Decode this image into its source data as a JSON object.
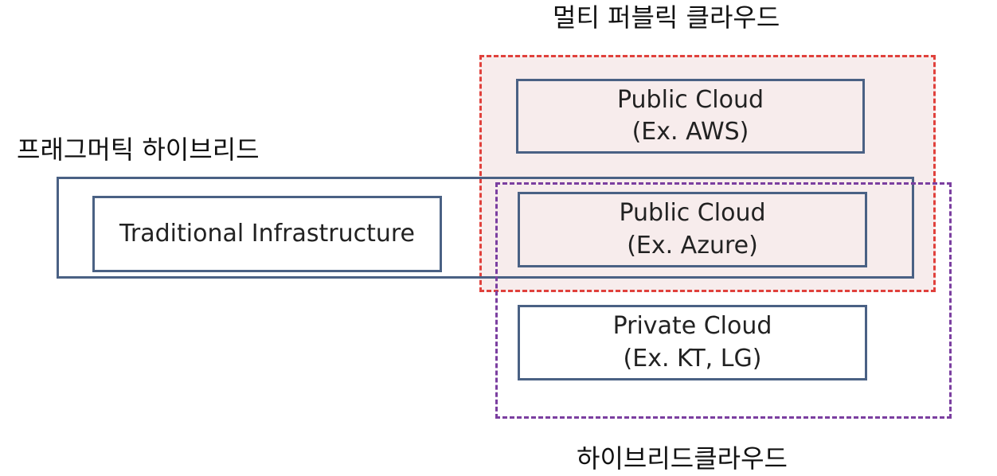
{
  "labels": {
    "multi_public_cloud": "멀티 퍼블릭 클라우드",
    "pragmatic_hybrid": "프래그머틱 하이브리드",
    "hybrid_cloud": "하이브리드클라우드"
  },
  "boxes": {
    "traditional": {
      "line1": "Traditional Infrastructure"
    },
    "public_aws": {
      "line1": "Public Cloud",
      "line2": "(Ex. AWS)"
    },
    "public_azure": {
      "line1": "Public Cloud",
      "line2": "(Ex. Azure)"
    },
    "private": {
      "line1": "Private Cloud",
      "line2": "(Ex. KT, LG)"
    }
  },
  "colors": {
    "box_border": "#4a6184",
    "multi_border": "#e0413c",
    "multi_fill": "#f7ecec",
    "hybrid_border": "#7b3fa0"
  }
}
